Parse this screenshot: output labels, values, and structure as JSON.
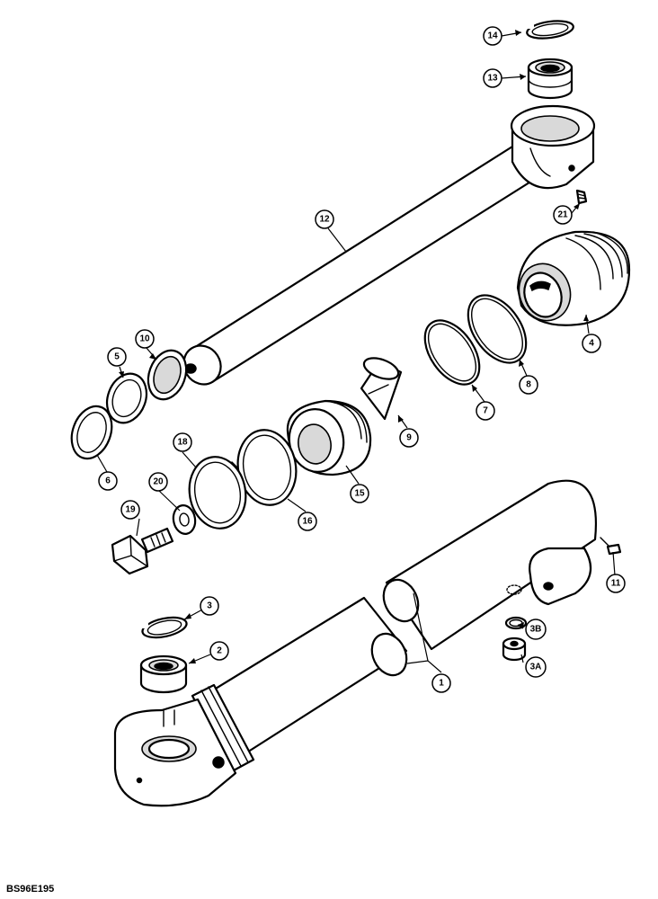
{
  "figure_code": "BS96E195",
  "callouts": [
    {
      "id": "c1",
      "label": "1"
    },
    {
      "id": "c2",
      "label": "2"
    },
    {
      "id": "c3",
      "label": "3"
    },
    {
      "id": "c3a",
      "label": "3A"
    },
    {
      "id": "c3b",
      "label": "3B"
    },
    {
      "id": "c4",
      "label": "4"
    },
    {
      "id": "c5",
      "label": "5"
    },
    {
      "id": "c6",
      "label": "6"
    },
    {
      "id": "c7",
      "label": "7"
    },
    {
      "id": "c8",
      "label": "8"
    },
    {
      "id": "c9",
      "label": "9"
    },
    {
      "id": "c10",
      "label": "10"
    },
    {
      "id": "c11",
      "label": "11"
    },
    {
      "id": "c12",
      "label": "12"
    },
    {
      "id": "c13",
      "label": "13"
    },
    {
      "id": "c14",
      "label": "14"
    },
    {
      "id": "c15",
      "label": "15"
    },
    {
      "id": "c16",
      "label": "16"
    },
    {
      "id": "c18",
      "label": "18"
    },
    {
      "id": "c19",
      "label": "19"
    },
    {
      "id": "c20",
      "label": "20"
    },
    {
      "id": "c21",
      "label": "21"
    }
  ]
}
